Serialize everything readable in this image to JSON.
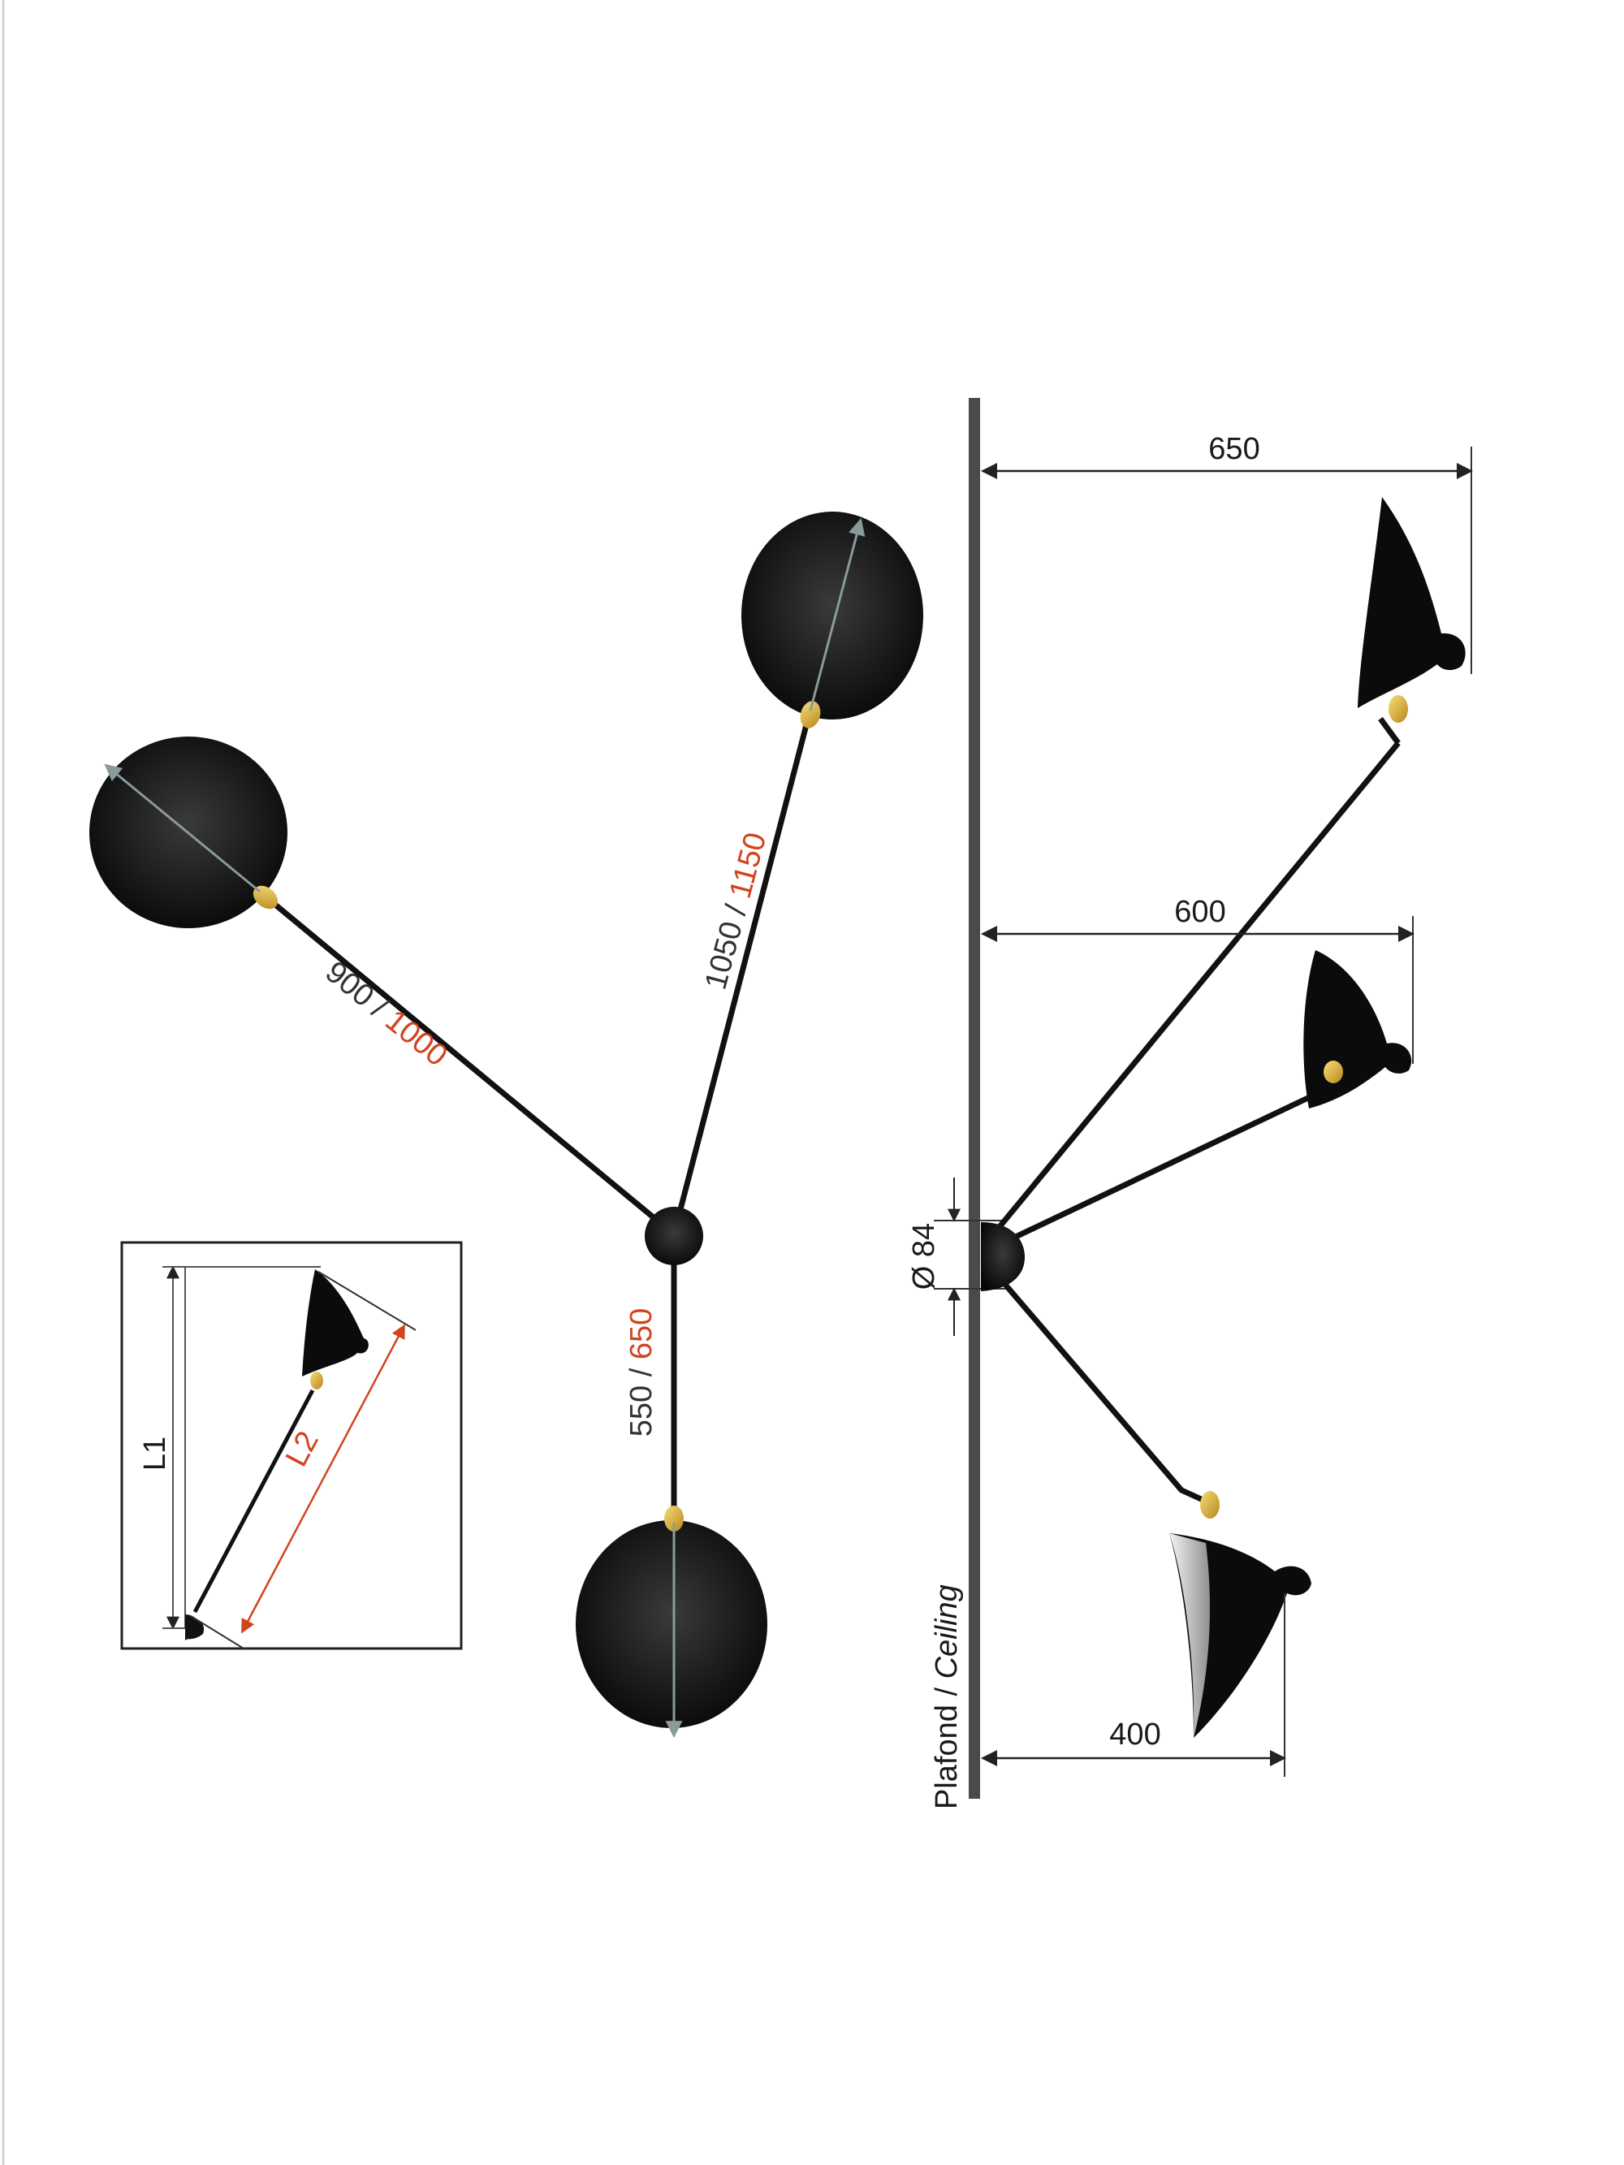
{
  "colors": {
    "ink": "#111111",
    "dim_line": "#222222",
    "accent_red": "#d2431f",
    "brass": "#e2b531",
    "shade_arrow": "#8a9a9a",
    "ceiling": "#4a4a4a"
  },
  "top_view": {
    "arm_left": {
      "short": "900",
      "sep": " / ",
      "long": "1000"
    },
    "arm_right": {
      "short": "1050",
      "sep": " / ",
      "long": "1150"
    },
    "arm_bottom": {
      "short": "550",
      "sep": " / ",
      "long": "650"
    }
  },
  "inset": {
    "l1_label": "L1",
    "l2_label": "L2"
  },
  "side_view": {
    "ceiling_label_a": "Plafond",
    "ceiling_label_sep": " / ",
    "ceiling_label_b": "Ceiling",
    "diameter_label": "Ø 84",
    "reach_top": "650",
    "reach_middle": "600",
    "reach_bottom": "400"
  }
}
